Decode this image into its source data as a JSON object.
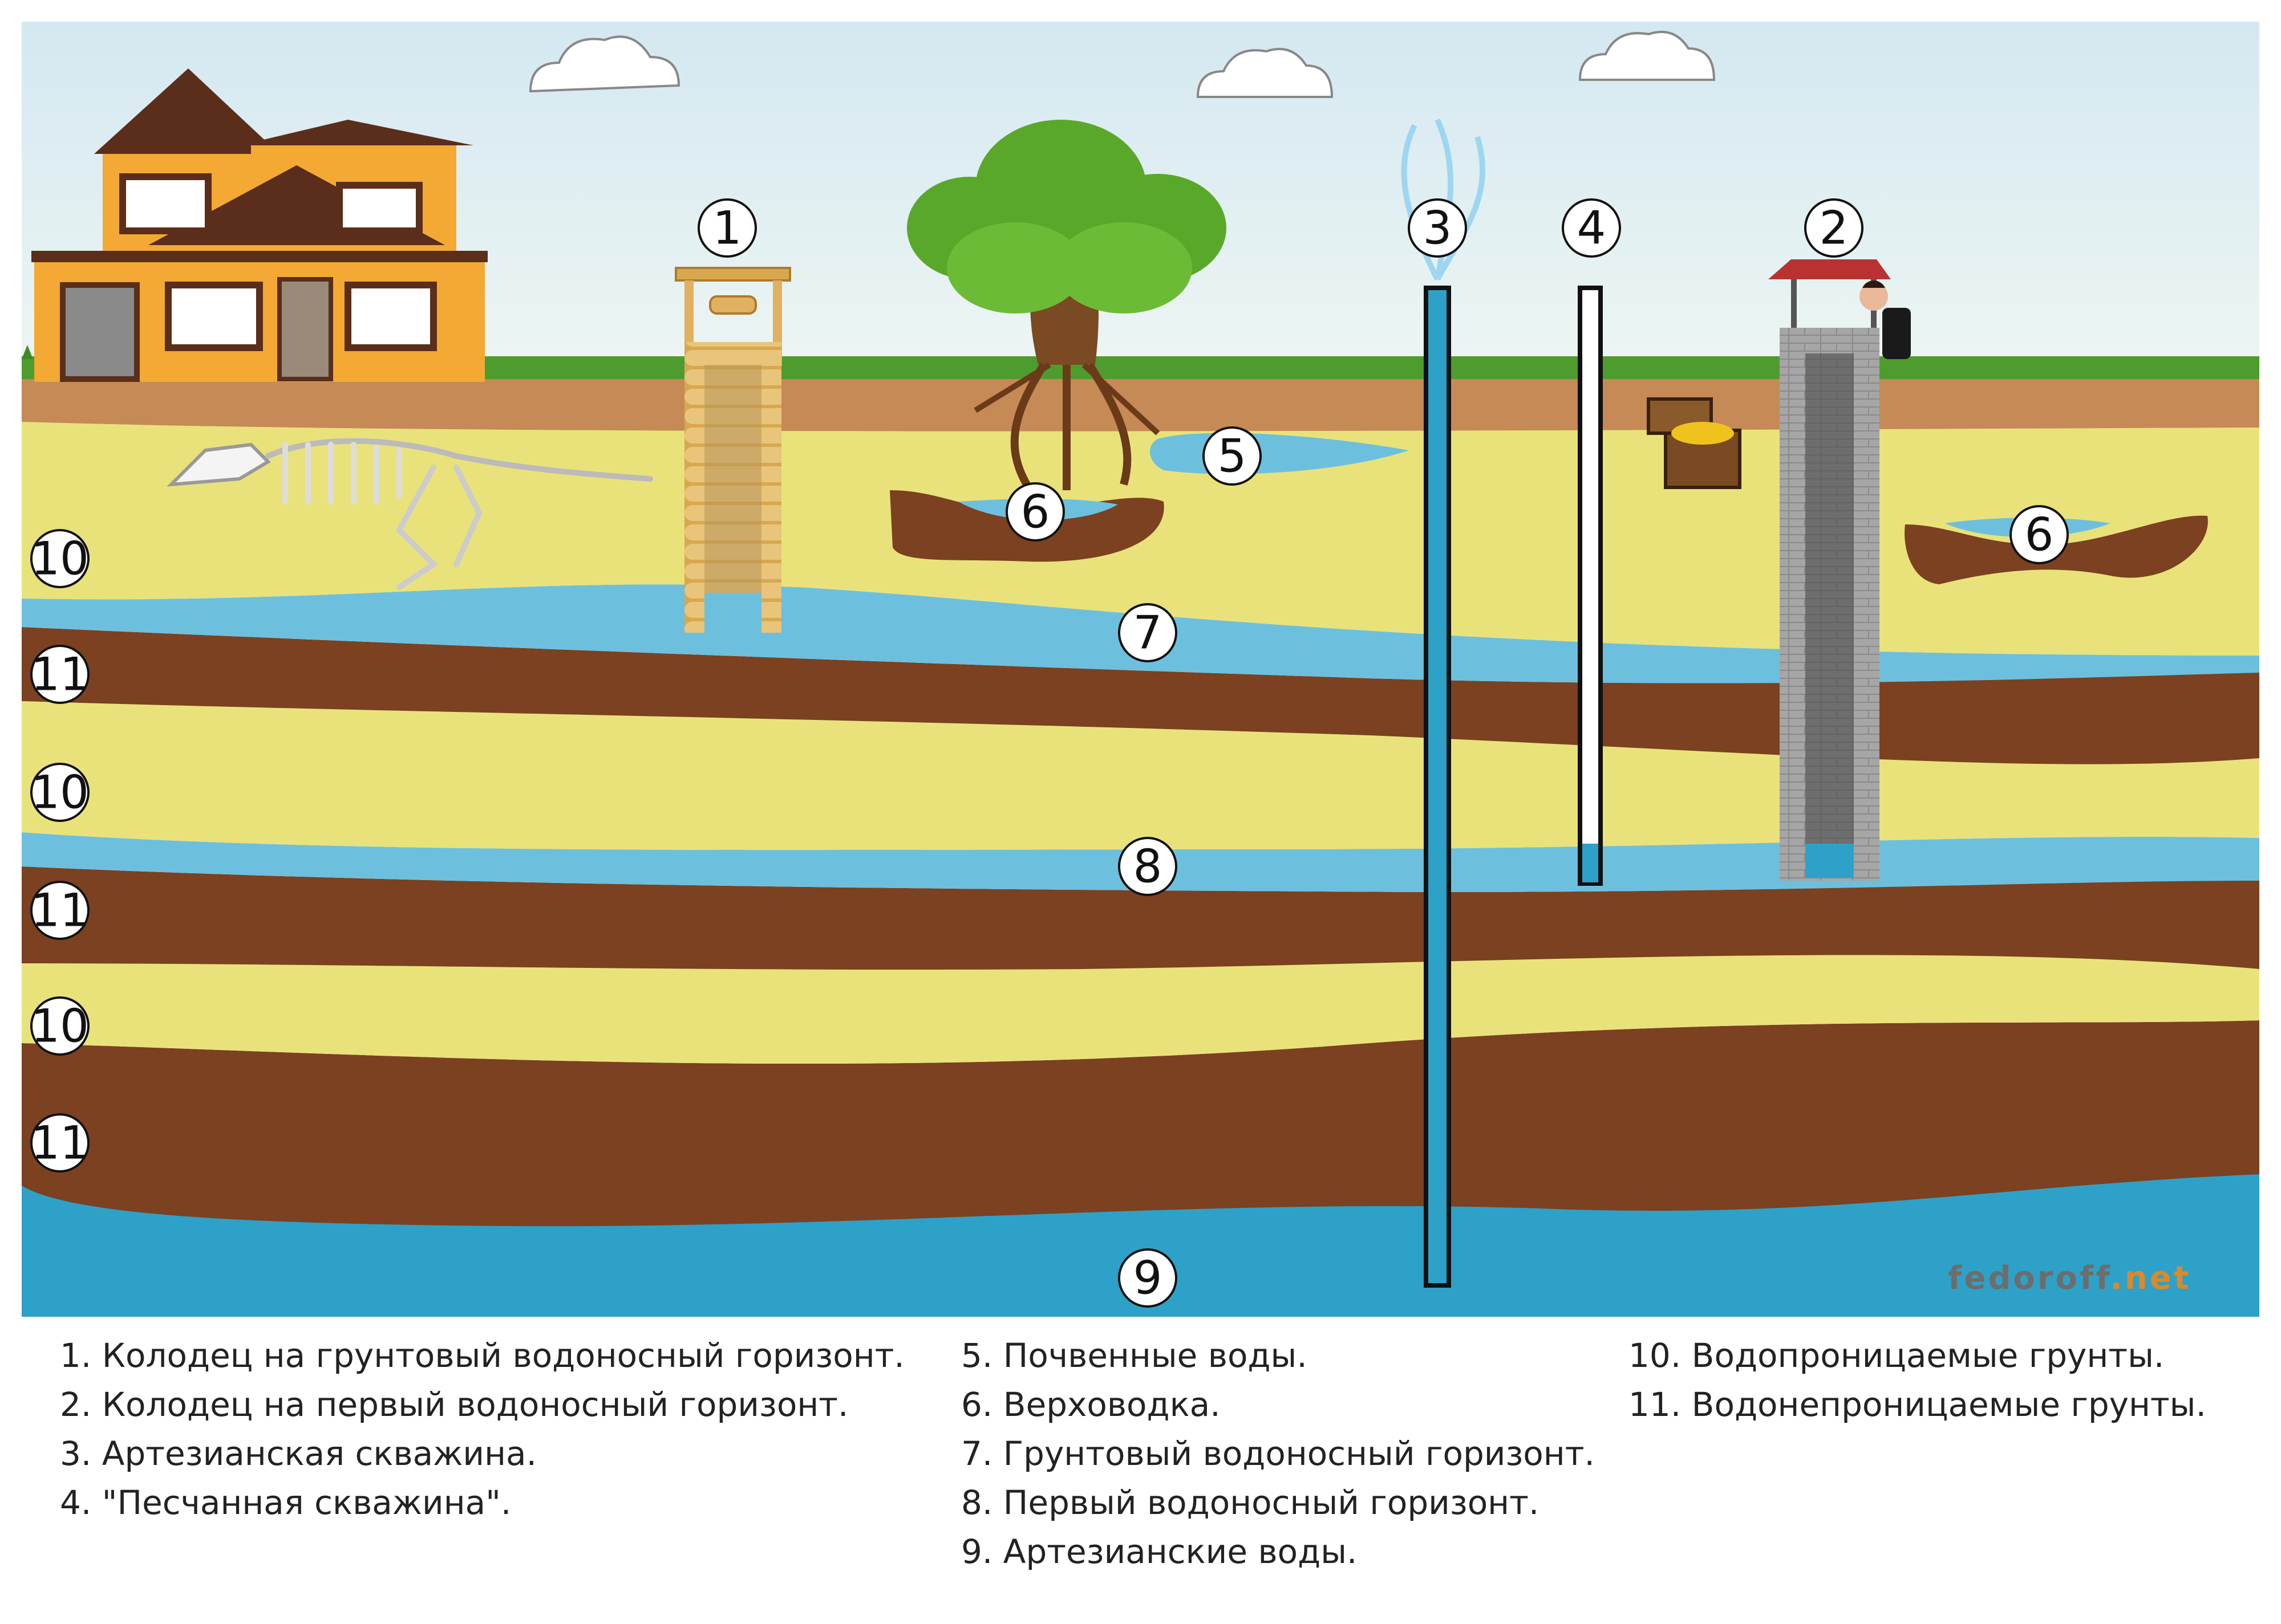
{
  "markers": {
    "m1": "1",
    "m2": "2",
    "m3": "3",
    "m4": "4",
    "m5": "5",
    "m6a": "6",
    "m6b": "6",
    "m7": "7",
    "m8": "8",
    "m9": "9",
    "l10a": "10",
    "l11a": "11",
    "l10b": "10",
    "l11b": "11",
    "l10c": "10",
    "l11c": "11"
  },
  "legend": {
    "col1": [
      "1. Колодец на грунтовый водоносный горизонт.",
      "2. Колодец на первый водоносный горизонт.",
      "3. Артезианская скважина.",
      "4. \"Песчанная скважина\"."
    ],
    "col2": [
      "5. Почвенные воды.",
      "6. Верховодка.",
      "7. Грунтовый водоносный горизонт.",
      "8. Первый водоносный горизонт.",
      "9. Артезианские воды."
    ],
    "col3": [
      "10. Водопроницаемые грунты.",
      "11. Водонепроницаемые грунты."
    ]
  },
  "watermark": {
    "name": "fedoroff",
    "tld": ".net"
  },
  "colors": {
    "sky": "#dfeef5",
    "topsoil": "#c58a55",
    "permeable": "#e9e27a",
    "impermeable": "#7b4120",
    "water": "#6cc0de",
    "artesian": "#2ea1c8",
    "grass": "#4f9c2e"
  },
  "icons": [
    "house-icon",
    "tree-icon",
    "dinosaur-skeleton-icon",
    "treasure-chest-icon",
    "wooden-well-icon",
    "brick-well-icon",
    "man-icon",
    "cloud-icon",
    "water-fountain-icon"
  ]
}
